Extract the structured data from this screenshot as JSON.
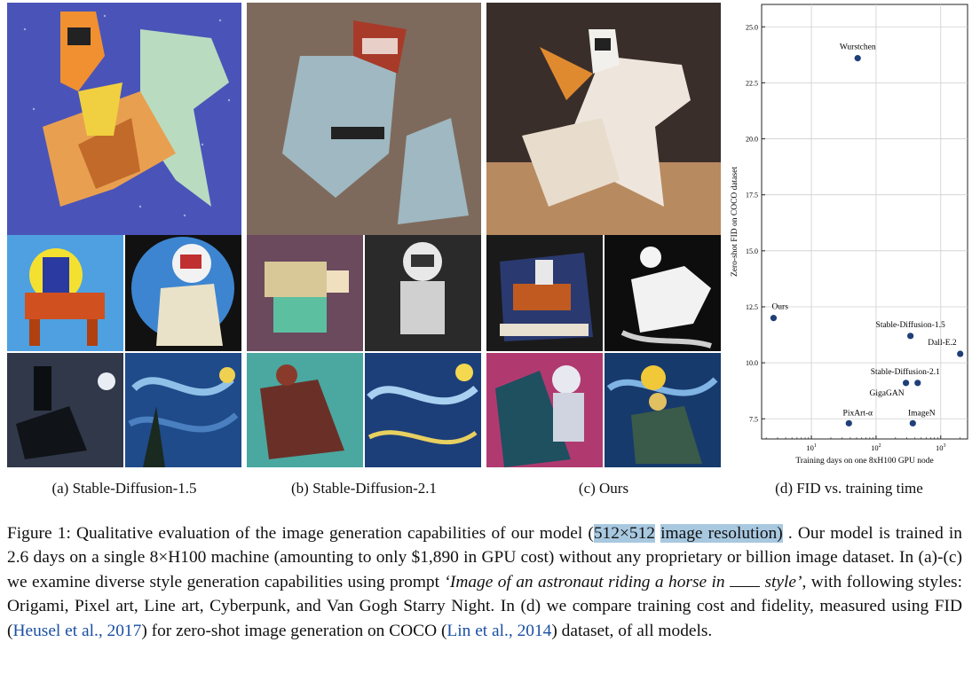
{
  "panels": {
    "a_label": "(a) Stable-Diffusion-1.5",
    "b_label": "(b) Stable-Diffusion-2.1",
    "c_label": "(c) Ours",
    "d_label": "(d) FID vs. training time"
  },
  "caption": {
    "fig_label": "Figure 1:",
    "text1": "Qualitative evaluation of the image generation capabilities of our model (",
    "hl1": "512×512",
    "hl2": "image resolution)",
    "text2": ". Our model is trained in 2.6 days on a single 8×H100 machine (amounting to only $1,890 in GPU cost) without any proprietary or billion image dataset. In (a)-(c) we examine diverse style generation capabilities using prompt ",
    "prompt_a": "‘Image of an astronaut riding a horse in",
    "prompt_b": "style’",
    "text3": ", with following styles: Origami, Pixel art, Line art, Cyberpunk, and Van Gogh Starry Night. In (d) we compare training cost and fidelity, measured using FID (",
    "cite1": "Heusel et al., 2017",
    "text4": ") for zero-shot image generation on COCO (",
    "cite2": "Lin et al., 2014",
    "text5": ") dataset, of all models."
  },
  "chart_data": {
    "type": "scatter",
    "xlabel": "Training days on one 8xH100 GPU node",
    "ylabel": "Zero-shot FID on COCO dataset",
    "xscale": "log",
    "xlim": [
      1.7,
      2600
    ],
    "ylim": [
      6.6,
      26
    ],
    "yticks": [
      "7.5",
      "10.0",
      "12.5",
      "15.0",
      "17.5",
      "20.0",
      "22.5",
      "25.0"
    ],
    "xticks": [
      "10^1",
      "10^2",
      "10^3"
    ],
    "grid": true,
    "point_color": "#1f3f78",
    "points": [
      {
        "name": "Wurstchen",
        "x": 52,
        "y": 23.6
      },
      {
        "name": "Ours",
        "x": 2.6,
        "y": 12.0
      },
      {
        "name": "Stable-Diffusion-1.5",
        "x": 340,
        "y": 11.2
      },
      {
        "name": "Dall-E.2",
        "x": 2000,
        "y": 10.4
      },
      {
        "name": "Stable-Diffusion-2.1",
        "x": 440,
        "y": 9.1
      },
      {
        "name": "GigaGAN",
        "x": 290,
        "y": 9.1
      },
      {
        "name": "PixArt-α",
        "x": 38,
        "y": 7.3
      },
      {
        "name": "ImageN",
        "x": 370,
        "y": 7.3
      }
    ]
  },
  "images": {
    "a": [
      "origami astronaut horse on starry blue background",
      "pixel art astronaut on horse",
      "line art astronaut",
      "cyberpunk silhouette rider",
      "starry night painting"
    ],
    "b": [
      "origami astronaut flat grey shapes",
      "pixel art figure",
      "line art astronaut",
      "cyberpunk riders",
      "starry night swirls"
    ],
    "c": [
      "paper origami astronaut on white horse",
      "pixel art astronaut on horse",
      "line art astronaut on horse",
      "neon astronaut on horse",
      "van gogh astronaut on horse"
    ]
  }
}
